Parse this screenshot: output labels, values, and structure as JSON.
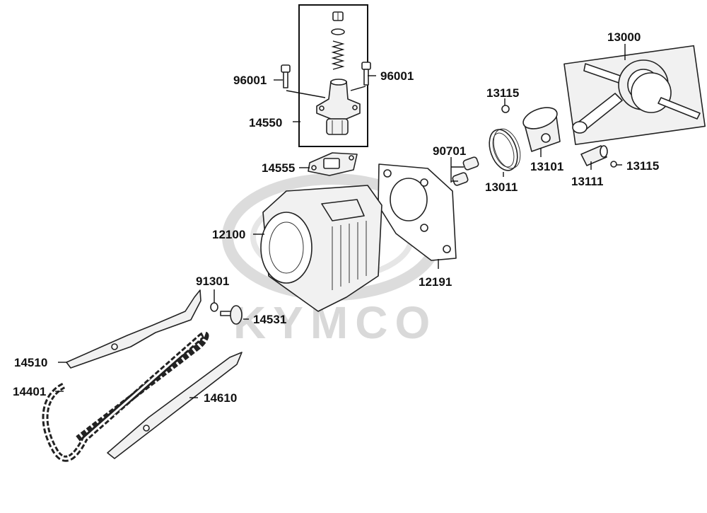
{
  "watermark": {
    "text": "KYMCO",
    "color": "#d6d6d6"
  },
  "labels": {
    "p13000": "13000",
    "p96001a": "96001",
    "p96001b": "96001",
    "p13115a": "13115",
    "p14550": "14550",
    "p90701": "90701",
    "p14555": "14555",
    "p13101": "13101",
    "p13111": "13111",
    "p13115b": "13115",
    "p13011": "13011",
    "p12100": "12100",
    "p12191": "12191",
    "p91301": "91301",
    "p14531": "14531",
    "p14510": "14510",
    "p14401": "14401",
    "p14610": "14610"
  },
  "icons": [
    "crankshaft-icon",
    "tensioner-icon",
    "bolt-icon",
    "piston-icon",
    "piston-ring-icon",
    "piston-pin-icon",
    "clip-icon",
    "dowel-pin-icon",
    "gasket-icon",
    "cylinder-icon",
    "cam-chain-icon",
    "chain-guide-icon",
    "washer-icon"
  ]
}
